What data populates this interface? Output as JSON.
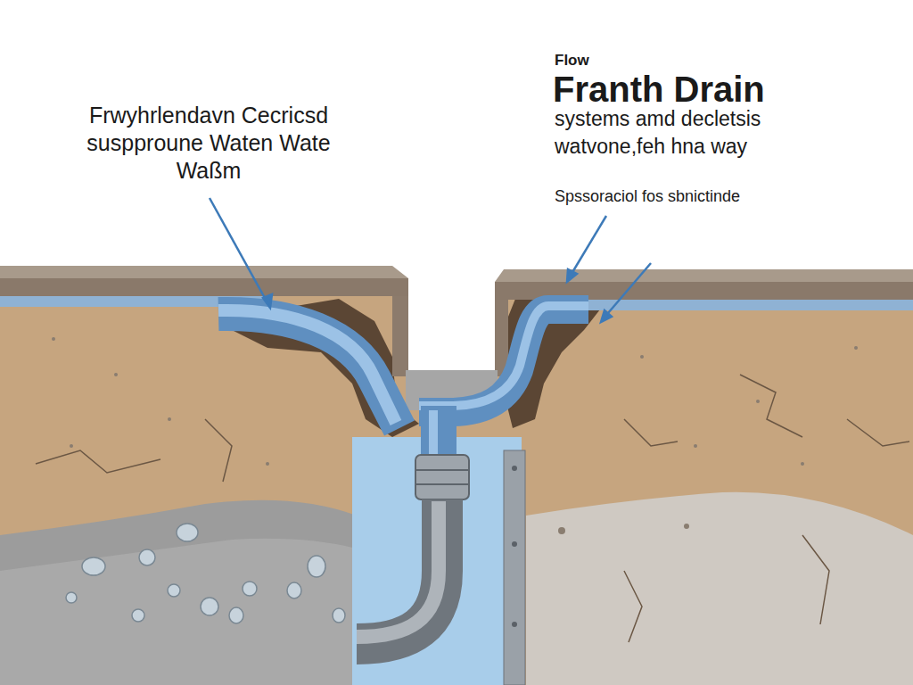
{
  "diagram": {
    "title": "Franth Drain",
    "labels": [
      "Flow",
      "Frwyhrlendavn Cecricsd suspproune Waten Wate Waßm",
      "systems amd decletsis watvone,feh hna way",
      "Spssoraciol fos sbnictinde"
    ]
  }
}
